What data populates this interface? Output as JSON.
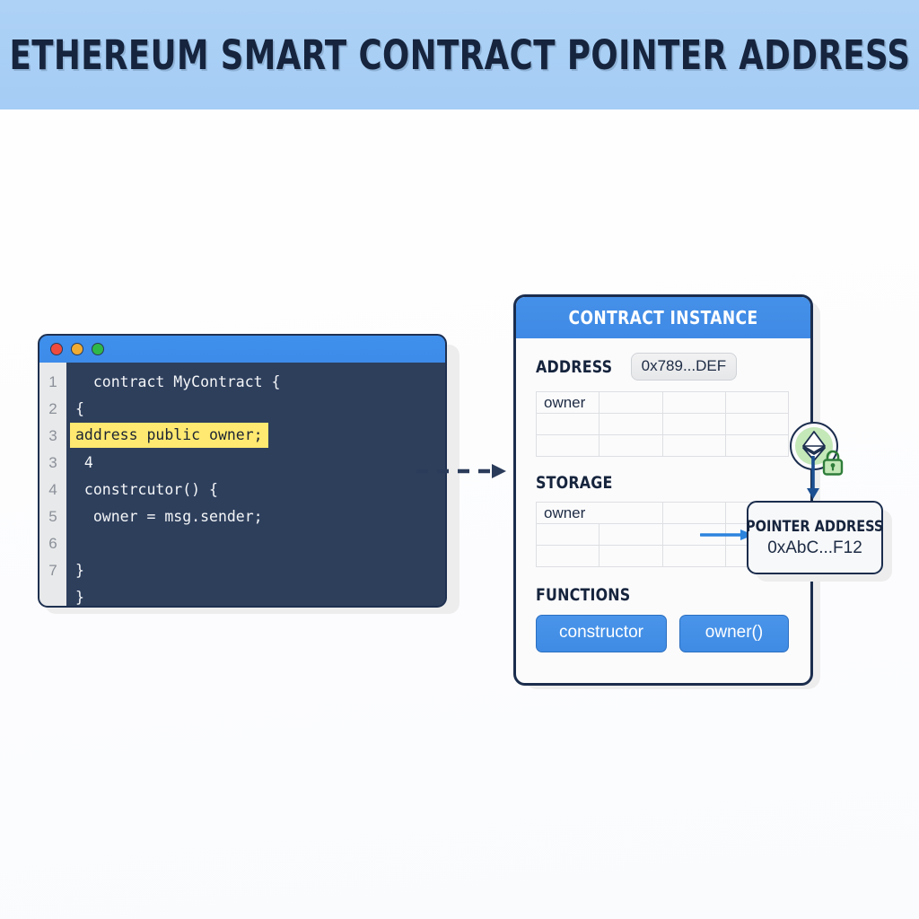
{
  "banner": {
    "title": "ETHEREUM SMART CONTRACT POINTER ADDRESS",
    "background_color": "#a9cff5",
    "text_color": "#16243d"
  },
  "editor": {
    "name": "code-editor-window",
    "titlebar_color": "#3d8bea",
    "background_color": "#2e3f5c",
    "highlight_color": "#ffe970",
    "traffic_lights": [
      {
        "name": "close-dot",
        "color": "#ef4b3d"
      },
      {
        "name": "minimize-dot",
        "color": "#f0ab33"
      },
      {
        "name": "maximize-dot",
        "color": "#2fb84a"
      }
    ],
    "line_numbers": [
      "1",
      "2",
      "3",
      "3",
      "4",
      "5",
      "6",
      "7"
    ],
    "lines": [
      {
        "text": "  contract MyContract {",
        "highlighted": false
      },
      {
        "text": "{",
        "highlighted": false
      },
      {
        "text": "address public owner;",
        "highlighted": true
      },
      {
        "text": " 4",
        "highlighted": false
      },
      {
        "text": " constrcutor() {",
        "highlighted": false
      },
      {
        "text": "  owner = msg.sender;",
        "highlighted": false
      },
      {
        "text": "",
        "highlighted": false
      },
      {
        "text": "}",
        "highlighted": false
      },
      {
        "text": "}",
        "highlighted": false
      }
    ]
  },
  "connector": {
    "dashed_arrow_color": "#2b3c5a",
    "storage_arrow_color": "#2c84dd",
    "down_arrow_color": "#1b4f91"
  },
  "panel": {
    "header_title": "CONTRACT INSTANCE",
    "header_color": "#3f8ae5",
    "border_color": "#1b2d4d",
    "address": {
      "label": "ADDRESS",
      "value": "0x789...DEF"
    },
    "address_table": {
      "columns": 4,
      "rows": [
        [
          "owner",
          "",
          "",
          ""
        ],
        [
          "",
          "",
          "",
          ""
        ],
        [
          "",
          "",
          "",
          ""
        ]
      ]
    },
    "storage": {
      "label": "STORAGE",
      "table": {
        "columns": 4,
        "rows": [
          [
            "owner",
            "",
            "",
            ""
          ],
          [
            "",
            "",
            "",
            ""
          ],
          [
            "",
            "",
            "",
            ""
          ]
        ]
      }
    },
    "functions": {
      "label": "FUNCTIONS",
      "buttons": [
        {
          "label": "constructor",
          "name": "function-button-constructor"
        },
        {
          "label": "owner()",
          "name": "function-button-owner"
        }
      ],
      "button_color": "#3f8be4"
    }
  },
  "badge": {
    "eth_icon_name": "ethereum-diamond-icon",
    "lock_icon_name": "lock-icon",
    "circle_fill": "#c4e8b8",
    "lock_fill": "#c4e8b8",
    "outline_color": "#1b2d4d"
  },
  "pointer_callout": {
    "title": "POINTER ADDRESS",
    "value": "0xAbC...F12",
    "border_color": "#1b2d4d",
    "background_color": "#f7f8f9"
  }
}
